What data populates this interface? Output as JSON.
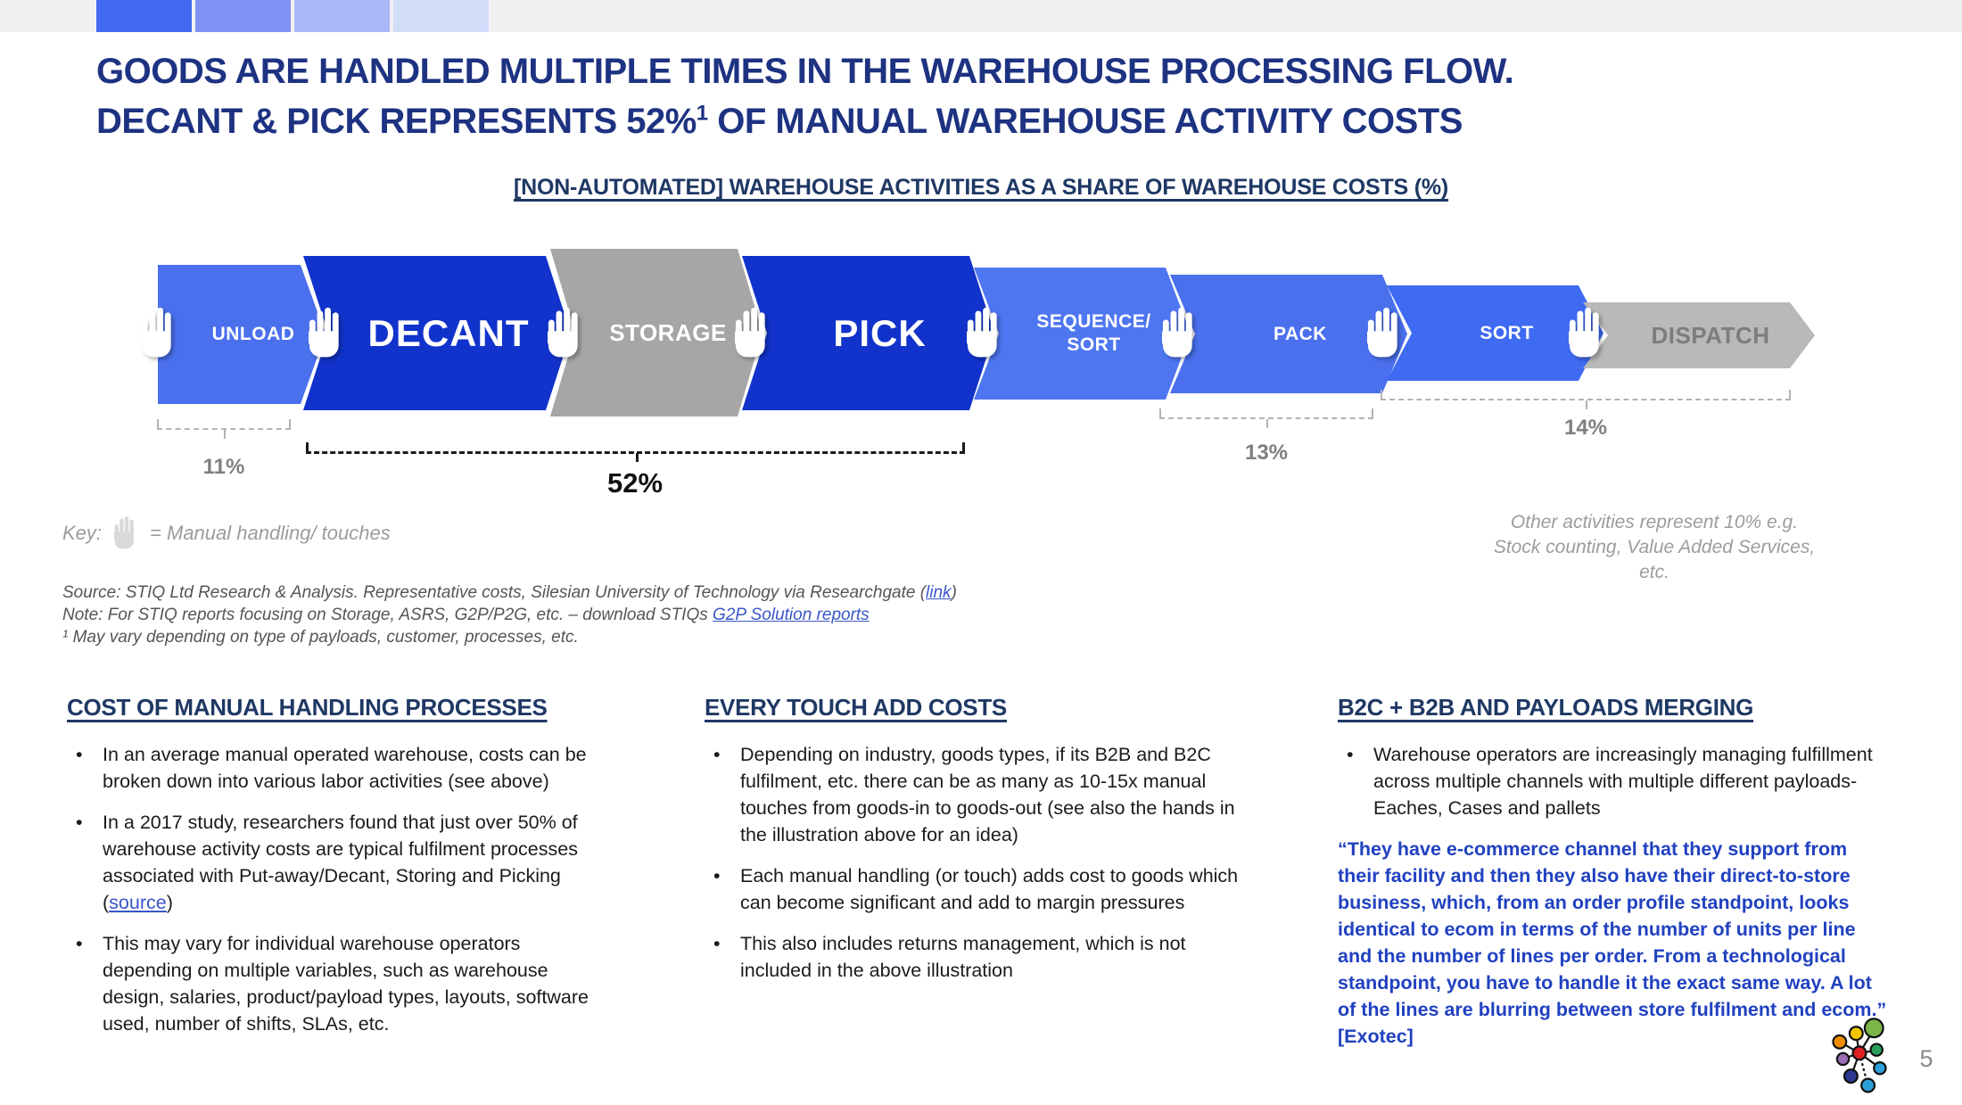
{
  "colors": {
    "accent_navy": "#1e3282",
    "header_navy": "#1f3864",
    "step_blue": "#4a70ee",
    "step_dark_blue": "#1133cb",
    "step_gray": "#a6a6a6",
    "step_light_gray": "#b9b9b9",
    "quote_blue": "#2041c0",
    "link_blue": "#3a56c9",
    "bar_segments": [
      "#4169f1",
      "#7e91f5",
      "#aab8f7",
      "#d2ddfa"
    ]
  },
  "header": {
    "title_line1": "GOODS ARE HANDLED MULTIPLE TIMES IN THE WAREHOUSE PROCESSING FLOW.",
    "title_line2_pre": "DECANT & PICK REPRESENTS 52%",
    "title_line2_sup": "1",
    "title_line2_post": " OF MANUAL WAREHOUSE ACTIVITY COSTS"
  },
  "chart": {
    "title": "[NON-AUTOMATED] WAREHOUSE ACTIVITIES AS A SHARE OF WAREHOUSE COSTS (%)",
    "steps": [
      {
        "label": "UNLOAD"
      },
      {
        "label": "DECANT"
      },
      {
        "label": "STORAGE"
      },
      {
        "label": "PICK"
      },
      {
        "label": "SEQUENCE/",
        "label2": "SORT"
      },
      {
        "label": "PACK"
      },
      {
        "label": "SORT"
      },
      {
        "label": "DISPATCH"
      }
    ],
    "shares": {
      "unload": "11%",
      "decant_pick": "52%",
      "pack": "13%",
      "sort_dispatch": "14%"
    },
    "key_prefix": "Key:",
    "key_text": "= Manual handling/ touches",
    "other_note_line1": "Other activities represent 10% e.g.",
    "other_note_line2": "Stock counting, Value Added Services,",
    "other_note_line3": "etc."
  },
  "chart_data": {
    "type": "process-flow",
    "steps": [
      "UNLOAD",
      "DECANT",
      "STORAGE",
      "PICK",
      "SEQUENCE/SORT",
      "PACK",
      "SORT",
      "DISPATCH"
    ],
    "cost_shares": [
      {
        "segment": "UNLOAD",
        "share_pct": 11
      },
      {
        "segment": "DECANT+STORAGE+PICK",
        "share_pct": 52
      },
      {
        "segment": "PACK",
        "share_pct": 13
      },
      {
        "segment": "SORT+DISPATCH",
        "share_pct": 14
      },
      {
        "segment": "Other activities (Stock counting, Value Added Services, etc.)",
        "share_pct": 10
      }
    ]
  },
  "footnotes": {
    "source_pre": "Source: STIQ Ltd Research & Analysis. Representative costs, Silesian University of Technology via Researchgate (",
    "source_link": "link",
    "source_post": ")",
    "note_pre": "Note: For STIQ reports focusing on Storage, ASRS, G2P/P2G, etc. – download STIQs ",
    "note_link": "G2P Solution reports",
    "footnote1": "¹ May vary depending on type of payloads, customer, processes, etc."
  },
  "columns": {
    "col1": {
      "header": "COST OF MANUAL HANDLING PROCESSES",
      "b1": "In an average manual operated warehouse, costs can be broken down into various labor activities (see above)",
      "b2_pre": "In a 2017 study, researchers found that just over 50% of warehouse activity costs are typical fulfilment processes associated with Put-away/Decant, Storing and Picking (",
      "b2_link": "source",
      "b2_post": ")",
      "b3": "This may vary for individual warehouse operators depending on multiple variables, such as warehouse design, salaries, product/payload types, layouts, software used, number of shifts, SLAs, etc."
    },
    "col2": {
      "header": "EVERY TOUCH ADD COSTS",
      "b1": "Depending on industry, goods types, if its B2B and B2C fulfilment, etc. there can be as many as 10-15x manual touches from goods-in to goods-out (see also the hands in the illustration above for an idea)",
      "b2": "Each manual handling (or touch) adds cost to goods which can become significant and add to margin pressures",
      "b3": "This also includes returns management, which is not included in the above illustration"
    },
    "col3": {
      "header": "B2C + B2B AND PAYLOADS MERGING",
      "b1": "Warehouse operators are increasingly managing fulfillment across multiple channels with multiple different payloads- Eaches, Cases and pallets",
      "quote": "“They have e-commerce channel that they support from their facility and then they also have their direct-to-store business, which, from an order profile standpoint, looks identical to ecom in terms of the number of units per line and the number of lines per order. From a technological standpoint, you have to handle it the exact same way. A lot of the lines are blurring between store fulfilment and ecom.” [Exotec]"
    }
  },
  "footer": {
    "page_number": "5"
  }
}
